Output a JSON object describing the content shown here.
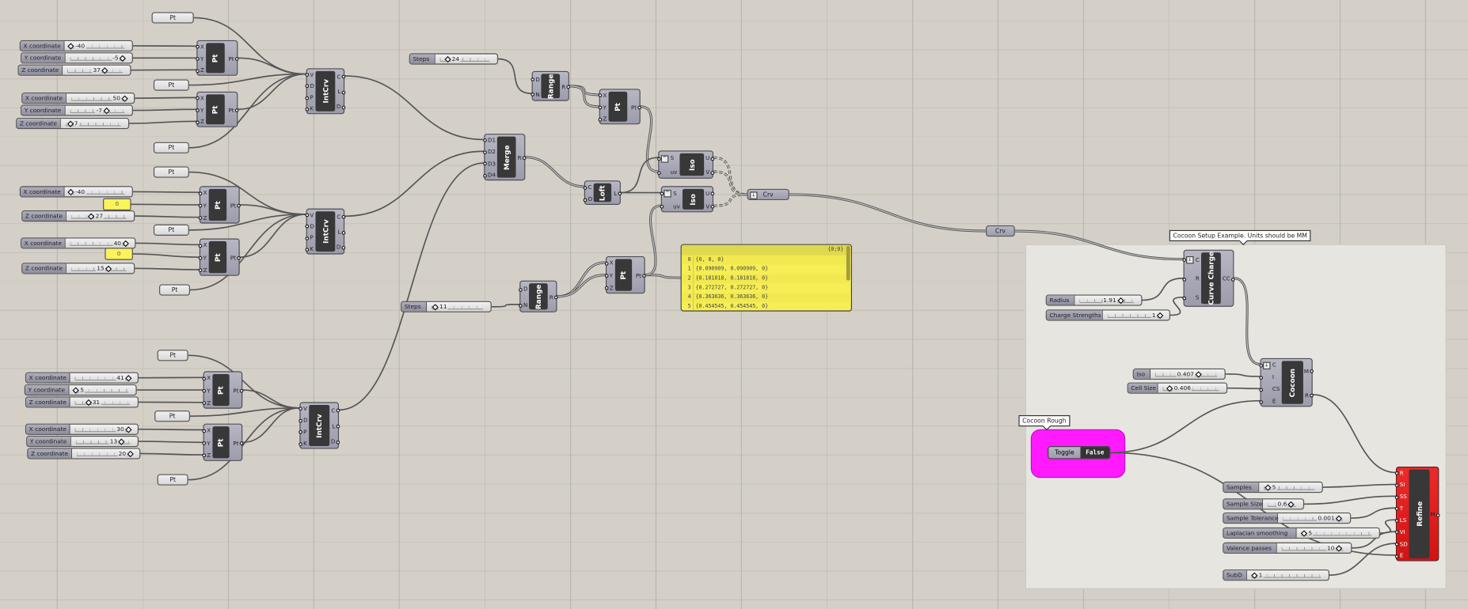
{
  "colors": {
    "canvas": "#d4d0c8",
    "group_fill": "#e6e5e0",
    "magenta_group": "#ff1aff",
    "refine_component": "#e11b1b",
    "panel_yellow": "#f7f25a",
    "component": "#a9a8b6",
    "wire": "#555555"
  },
  "notes": {
    "cocoon_setup": "Cocoon Setup Example.  Units should be MM",
    "cocoon_rough": "Cocoon Rough"
  },
  "params": {
    "pA1": {
      "label": "Pt"
    },
    "pA2": {
      "label": "Pt"
    },
    "pA3": {
      "label": "Pt"
    },
    "pB1": {
      "label": "Pt"
    },
    "pB2": {
      "label": "Pt"
    },
    "pB3": {
      "label": "Pt"
    },
    "pC1": {
      "label": "Pt"
    },
    "pC2": {
      "label": "Pt"
    },
    "pC3": {
      "label": "Pt"
    },
    "crv1": {
      "label": "Crv"
    },
    "crv2": {
      "label": "Crv"
    }
  },
  "sliders": {
    "sA1x": {
      "label": "X coordinate",
      "value": "-40"
    },
    "sA1y": {
      "label": "Y coordinate",
      "value": "-5"
    },
    "sA1z": {
      "label": "Z coordinate",
      "value": "37"
    },
    "sA2x": {
      "label": "X coordinate",
      "value": "50"
    },
    "sA2y": {
      "label": "Y coordinate",
      "value": "-7"
    },
    "sA2z": {
      "label": "Z coordinate",
      "value": "7"
    },
    "sB1x": {
      "label": "X coordinate",
      "value": "-40"
    },
    "sB1z": {
      "label": "Z coordinate",
      "value": "27"
    },
    "sB2x": {
      "label": "X coordinate",
      "value": "40"
    },
    "sB2z": {
      "label": "Z coordinate",
      "value": "15"
    },
    "sC1x": {
      "label": "X coordinate",
      "value": "41"
    },
    "sC1y": {
      "label": "Y coordinate",
      "value": "5"
    },
    "sC1z": {
      "label": "Z coordinate",
      "value": "31"
    },
    "sC2x": {
      "label": "X coordinate",
      "value": "30"
    },
    "sC2y": {
      "label": "Y coordinate",
      "value": "13"
    },
    "sC2z": {
      "label": "Z coordinate",
      "value": "20"
    },
    "steps1": {
      "label": "Steps",
      "value": "24"
    },
    "steps2": {
      "label": "Steps",
      "value": "11"
    },
    "radius": {
      "label": "Radius",
      "value": "1.91"
    },
    "charge": {
      "label": "Charge Strengths",
      "value": "1"
    },
    "iso": {
      "label": "Iso",
      "value": "0.407"
    },
    "cell": {
      "label": "Cell Size",
      "value": "0.406"
    },
    "samples": {
      "label": "Samples",
      "value": "5"
    },
    "ssize": {
      "label": "Sample Size",
      "value": "0.6"
    },
    "stol": {
      "label": "Sample Tolerance",
      "value": "0.001"
    },
    "lap": {
      "label": "Laplacian smoothing",
      "value": "5"
    },
    "valence": {
      "label": "Valence passes",
      "value": "10"
    },
    "subd": {
      "label": "SubD",
      "value": "1"
    }
  },
  "yellow_panels": {
    "yB1": {
      "value": "0"
    },
    "yB2": {
      "value": "0"
    }
  },
  "components": {
    "ptA1": {
      "name": "Pt",
      "inputs": [
        "X",
        "Y",
        "Z"
      ],
      "outputs": [
        "Pt"
      ]
    },
    "ptA2": {
      "name": "Pt",
      "inputs": [
        "X",
        "Y",
        "Z"
      ],
      "outputs": [
        "Pt"
      ]
    },
    "icA": {
      "name": "IntCrv",
      "inputs": [
        "V",
        "D",
        "P",
        "K"
      ],
      "outputs": [
        "C",
        "L",
        "D"
      ]
    },
    "ptB1": {
      "name": "Pt",
      "inputs": [
        "X",
        "Y",
        "Z"
      ],
      "outputs": [
        "Pt"
      ]
    },
    "ptB2": {
      "name": "Pt",
      "inputs": [
        "X",
        "Y",
        "Z"
      ],
      "outputs": [
        "Pt"
      ]
    },
    "icB": {
      "name": "IntCrv",
      "inputs": [
        "V",
        "D",
        "P",
        "K"
      ],
      "outputs": [
        "C",
        "L",
        "D"
      ]
    },
    "ptC1": {
      "name": "Pt",
      "inputs": [
        "X",
        "Y",
        "Z"
      ],
      "outputs": [
        "Pt"
      ]
    },
    "ptC2": {
      "name": "Pt",
      "inputs": [
        "X",
        "Y",
        "Z"
      ],
      "outputs": [
        "Pt"
      ]
    },
    "icC": {
      "name": "IntCrv",
      "inputs": [
        "V",
        "D",
        "P",
        "K"
      ],
      "outputs": [
        "C",
        "L",
        "D"
      ]
    },
    "range1": {
      "name": "Range",
      "inputs": [
        "D",
        "N"
      ],
      "outputs": [
        "R"
      ]
    },
    "pt4": {
      "name": "Pt",
      "inputs": [
        "X",
        "Y",
        "Z"
      ],
      "outputs": [
        "Pt"
      ]
    },
    "merge": {
      "name": "Merge",
      "inputs": [
        "D1",
        "D2",
        "D3",
        "D4"
      ],
      "outputs": [
        "R"
      ]
    },
    "loft": {
      "name": "Loft",
      "inputs": [
        "C",
        "O"
      ],
      "outputs": [
        "L"
      ]
    },
    "iso1": {
      "name": "Iso",
      "inputs": [
        "S",
        "uv"
      ],
      "outputs": [
        "U",
        "V"
      ]
    },
    "iso2": {
      "name": "Iso",
      "inputs": [
        "S",
        "uv"
      ],
      "outputs": [
        "U",
        "V"
      ]
    },
    "range2": {
      "name": "Range",
      "inputs": [
        "D",
        "N"
      ],
      "outputs": [
        "R"
      ]
    },
    "pt5": {
      "name": "Pt",
      "inputs": [
        "X",
        "Y",
        "Z"
      ],
      "outputs": [
        "Pt"
      ]
    },
    "cc": {
      "name": "Curve Charge",
      "inputs": [
        "C",
        "R",
        "S"
      ],
      "outputs": [
        "CC"
      ]
    },
    "cocoon": {
      "name": "Cocoon",
      "inputs": [
        "C",
        "I",
        "CS",
        "E"
      ],
      "outputs": [
        "M",
        "R"
      ]
    },
    "refine": {
      "name": "Refine",
      "inputs": [
        "R",
        "SI",
        "SS",
        "T",
        "LS",
        "VI",
        "SD",
        "E"
      ],
      "outputs": [
        "M"
      ]
    }
  },
  "data_panel": {
    "path": "{0;0}",
    "rows": [
      {
        "index": "0",
        "value": "{0, 0, 0}"
      },
      {
        "index": "1",
        "value": "{0.090909, 0.090909, 0}"
      },
      {
        "index": "2",
        "value": "{0.181818, 0.181818, 0}"
      },
      {
        "index": "3",
        "value": "{0.272727, 0.272727, 0}"
      },
      {
        "index": "4",
        "value": "{0.363636, 0.363636, 0}"
      },
      {
        "index": "5",
        "value": "{0.454545, 0.454545, 0}"
      }
    ]
  },
  "toggle": {
    "label": "Toggle",
    "value": "False"
  }
}
